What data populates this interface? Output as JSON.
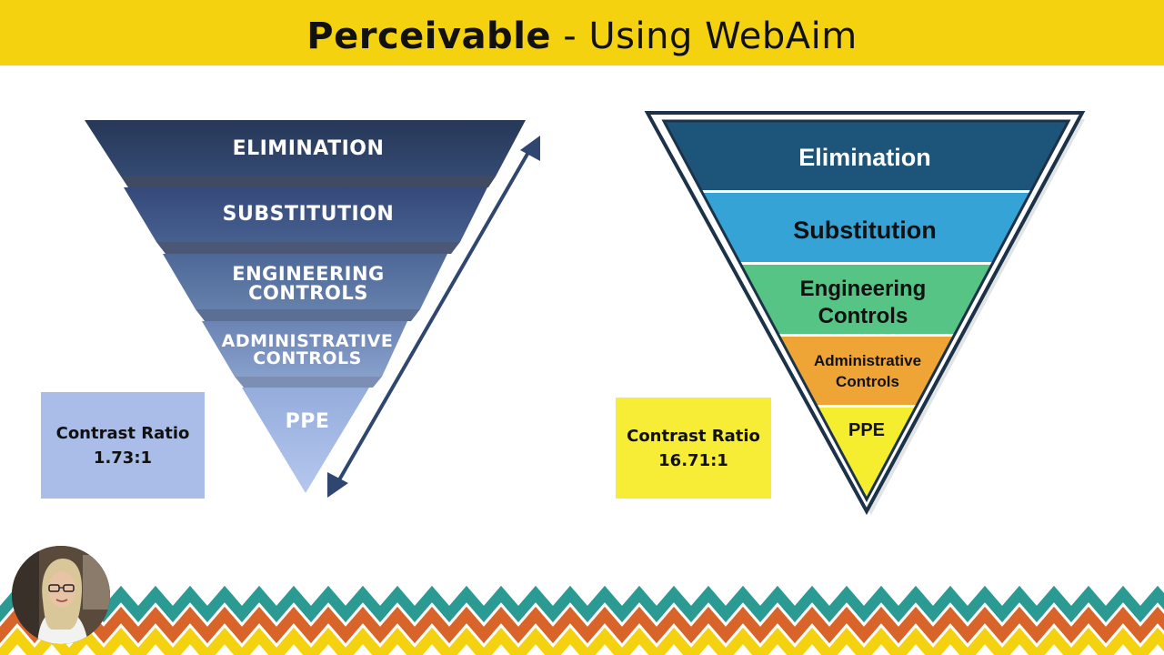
{
  "title": {
    "bold": "Perceivable",
    "rest": " - Using WebAim"
  },
  "left_pyramid": {
    "levels": [
      "ELIMINATION",
      "SUBSTITUTION",
      "ENGINEERING\nCONTROLS",
      "ADMINISTRATIVE\nCONTROLS",
      "PPE"
    ],
    "contrast_label": "Contrast Ratio",
    "contrast_value": "1.73:1"
  },
  "right_pyramid": {
    "levels": [
      "Elimination",
      "Substitution",
      "Engineering\nControls",
      "Administrative\nControls",
      "PPE"
    ],
    "contrast_label": "Contrast Ratio",
    "contrast_value": "16.71:1"
  },
  "colors": {
    "banner": "#f5d20f",
    "left_levels": [
      "#2e4266",
      "#3d5686",
      "#58739f",
      "#7990bb",
      "#a4b9e2"
    ],
    "right_levels": [
      "#1d5479",
      "#35a3d5",
      "#55c484",
      "#eea536",
      "#f4ee2f"
    ],
    "left_contrast_box": "#a9bde8",
    "right_contrast_box": "#f7ec36",
    "chevrons": [
      "#2b9a93",
      "#d9642a",
      "#f5d20f"
    ]
  },
  "icons": [
    "double-arrow-icon",
    "presenter-avatar",
    "chevron-border"
  ]
}
